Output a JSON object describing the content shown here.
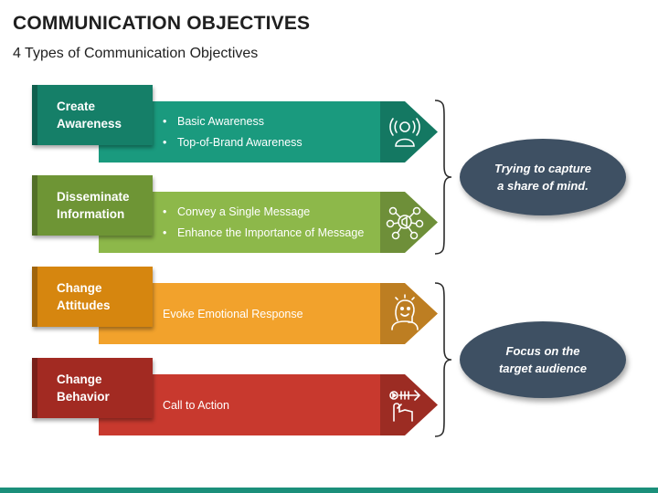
{
  "header": {
    "title": "COMMUNICATION OBJECTIVES",
    "subtitle": "4 Types of Communication Objectives"
  },
  "rows": [
    {
      "label": "Create\nAwareness",
      "bullets": [
        "Basic Awareness",
        "Top-of-Brand Awareness"
      ],
      "icon": "broadcast-person-icon",
      "color": "#1a9a7e",
      "label_color": "#157f68"
    },
    {
      "label": "Disseminate\nInformation",
      "bullets": [
        "Convey a Single Message",
        "Enhance the Importance of Message"
      ],
      "icon": "message-network-icon",
      "color": "#8db84a",
      "label_color": "#6e9535"
    },
    {
      "label": "Change\nAttitudes",
      "text": "Evoke Emotional Response",
      "icon": "emotional-head-icon",
      "color": "#f2a22c",
      "label_color": "#d6860f"
    },
    {
      "label": "Change\nBehavior",
      "text": "Call to Action",
      "icon": "action-arrow-icon",
      "color": "#c8392e",
      "label_color": "#a22a22"
    }
  ],
  "callouts": [
    {
      "text": "Trying to capture\na share of mind."
    },
    {
      "text": "Focus on the\ntarget audience"
    }
  ],
  "colors": {
    "callout": "#3e5063",
    "footer": "#1b8f7a"
  }
}
